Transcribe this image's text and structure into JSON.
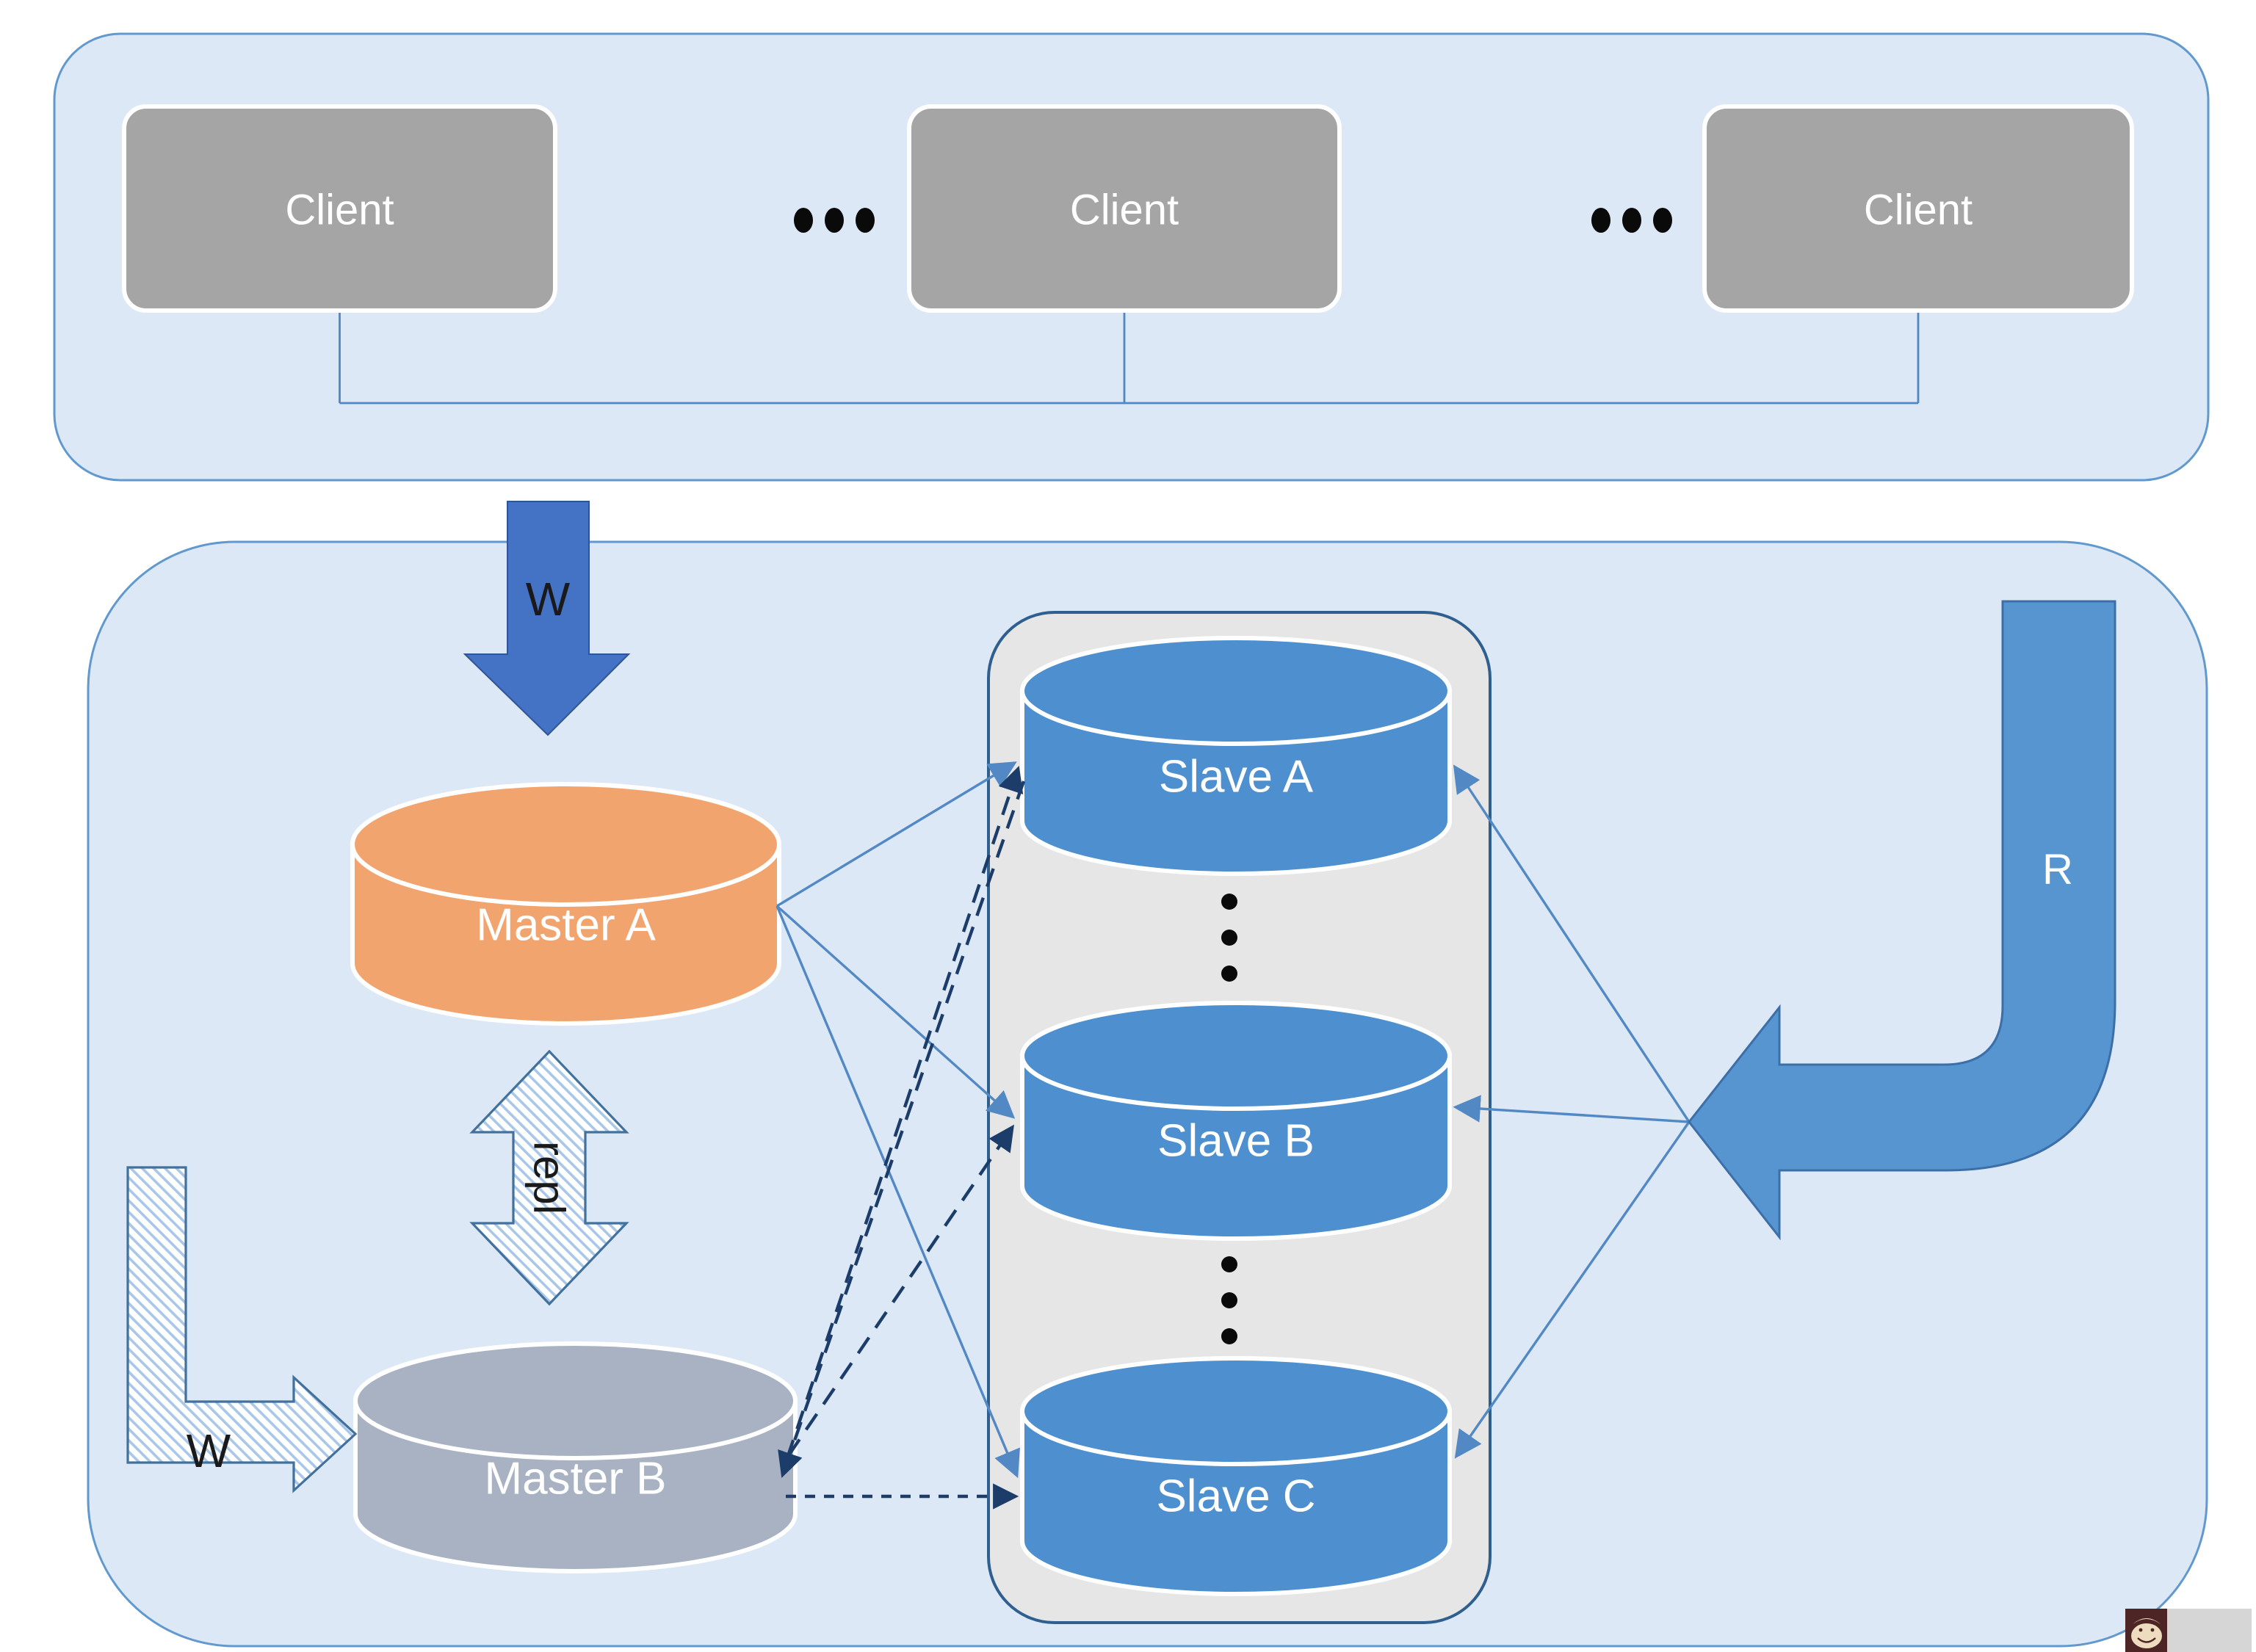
{
  "clients": {
    "items": [
      {
        "label": "Client"
      },
      {
        "label": "Client"
      },
      {
        "label": "Client"
      }
    ]
  },
  "masters": {
    "a": {
      "label": "Master A"
    },
    "b": {
      "label": "Master B"
    }
  },
  "slaves": {
    "a": {
      "label": "Slave A"
    },
    "b": {
      "label": "Slave B"
    },
    "c": {
      "label": "Slave C"
    }
  },
  "labels": {
    "write_clients": "W",
    "write_external": "W",
    "replication": "repl",
    "read": "R"
  },
  "icons": {
    "clients_ellipsis": "horizontal-dots",
    "slaves_ellipsis": "vertical-dots",
    "watermark": "monkey-face-logo"
  },
  "colors": {
    "container_fill": "#dce8f6",
    "container_border": "#6199cf",
    "client_fill": "#a5a5a5",
    "master_a_fill": "#f2a46f",
    "master_b_fill": "#a8b2c3",
    "slave_fill": "#4e90cf",
    "slaves_container_fill": "#e6e6e6",
    "slaves_container_border": "#2f5f8f",
    "write_arrow_fill": "#4472c4",
    "read_arrow_fill": "#5795d0",
    "solid_line": "#5288c4",
    "dashed_line": "#1c3c69"
  }
}
